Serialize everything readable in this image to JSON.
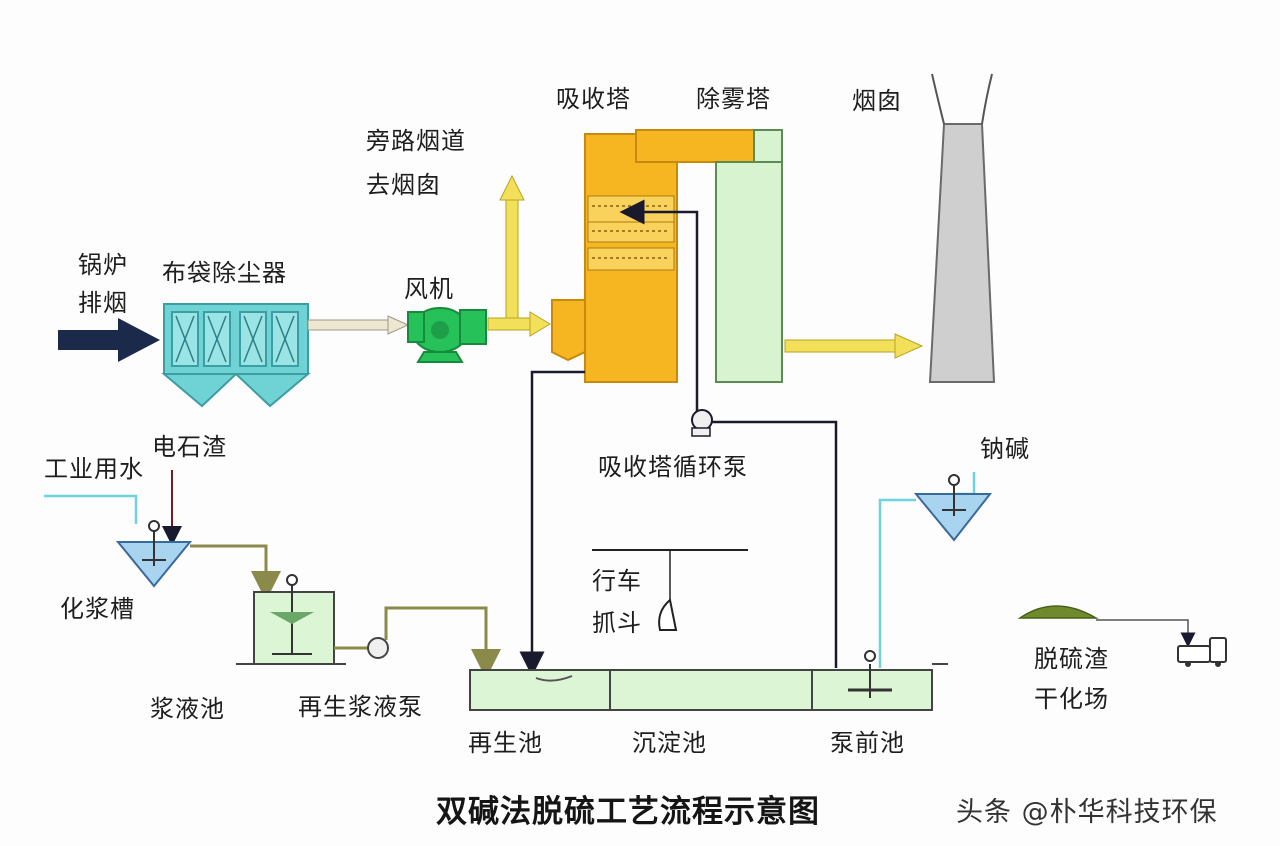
{
  "title": "双碱法脱硫工艺流程示意图",
  "watermark": "头条 @朴华科技环保",
  "labels": {
    "boiler_line1": "锅炉",
    "boiler_line2": "排烟",
    "bag_filter": "布袋除尘器",
    "fan": "风机",
    "bypass_line1": "旁路烟道",
    "bypass_line2": "去烟囱",
    "absorber": "吸收塔",
    "demister": "除雾塔",
    "chimney": "烟囱",
    "circ_pump": "吸收塔循环泵",
    "industrial_water": "工业用水",
    "carbide_slag": "电石渣",
    "slurry_tank": "化浆槽",
    "slurry_pool": "浆液池",
    "regen_pump": "再生浆液泵",
    "regen_pool": "再生池",
    "settling_pool": "沉淀池",
    "pump_front_pool": "泵前池",
    "crane_line1": "行车",
    "crane_line2": "抓斗",
    "soda": "钠碱",
    "slag_yard_line1": "脱硫渣",
    "slag_yard_line2": "干化场"
  },
  "colors": {
    "arrow_navy": "#1b2a4a",
    "bag_filter_fill": "#6fd3d6",
    "fan_green": "#27c15a",
    "flue_yellow": "#f2e05a",
    "absorber_orange": "#f5b622",
    "demister_green": "#d8f3cf",
    "chimney_grey": "#cfcfcf",
    "water_line": "#6fd3de",
    "slurry_line": "#8a8a4a",
    "pool_fill": "#dbf5d5",
    "dark_line": "#1a1a2e"
  }
}
